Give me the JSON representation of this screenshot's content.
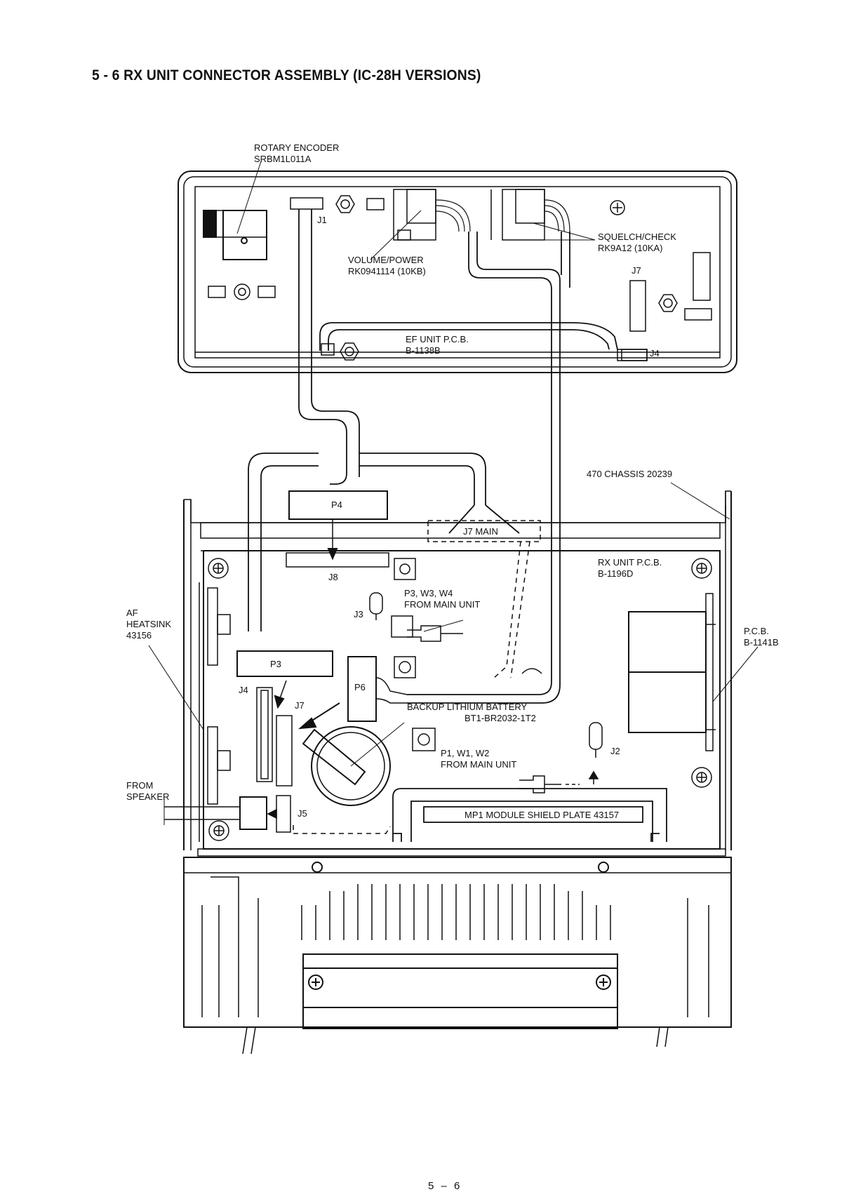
{
  "title": "5 - 6 RX UNIT CONNECTOR ASSEMBLY (IC-28H VERSIONS)",
  "page_number": "5 – 6",
  "labels": {
    "rotary_encoder_1": "ROTARY ENCODER",
    "rotary_encoder_2": "SRBM1L011A",
    "j1": "J1",
    "volume_power_1": "VOLUME/POWER",
    "volume_power_2": "RK0941114 (10KB)",
    "squelch_check_1": "SQUELCH/CHECK",
    "squelch_check_2": "RK9A12 (10KA)",
    "j7_top": "J7",
    "j4_top": "J4",
    "ef_unit_1": "EF UNIT P.C.B.",
    "ef_unit_2": "B-1138B",
    "chassis": "470 CHASSIS 20239",
    "p4": "P4",
    "j7_main": "J7 MAIN",
    "j8": "J8",
    "rx_unit_1": "RX UNIT P.C.B.",
    "rx_unit_2": "B-1196D",
    "p3_w3_w4_1": "P3, W3, W4",
    "p3_w3_w4_2": "FROM MAIN UNIT",
    "j3": "J3",
    "af_heatsink_1": "AF",
    "af_heatsink_2": "HEATSINK",
    "af_heatsink_3": "43156",
    "pcb_1141_1": "P.C.B.",
    "pcb_1141_2": "B-1141B",
    "p3": "P3",
    "p6": "P6",
    "j4": "J4",
    "j7": "J7",
    "battery_1": "BACKUP LITHIUM BATTERY",
    "battery_2": "BT1-BR2032-1T2",
    "j2": "J2",
    "p1_w1_w2_1": "P1, W1, W2",
    "p1_w1_w2_2": "FROM MAIN UNIT",
    "from_speaker_1": "FROM",
    "from_speaker_2": "SPEAKER",
    "j5": "J5",
    "mp1_shield": "MP1 MODULE SHIELD PLATE 43157"
  }
}
